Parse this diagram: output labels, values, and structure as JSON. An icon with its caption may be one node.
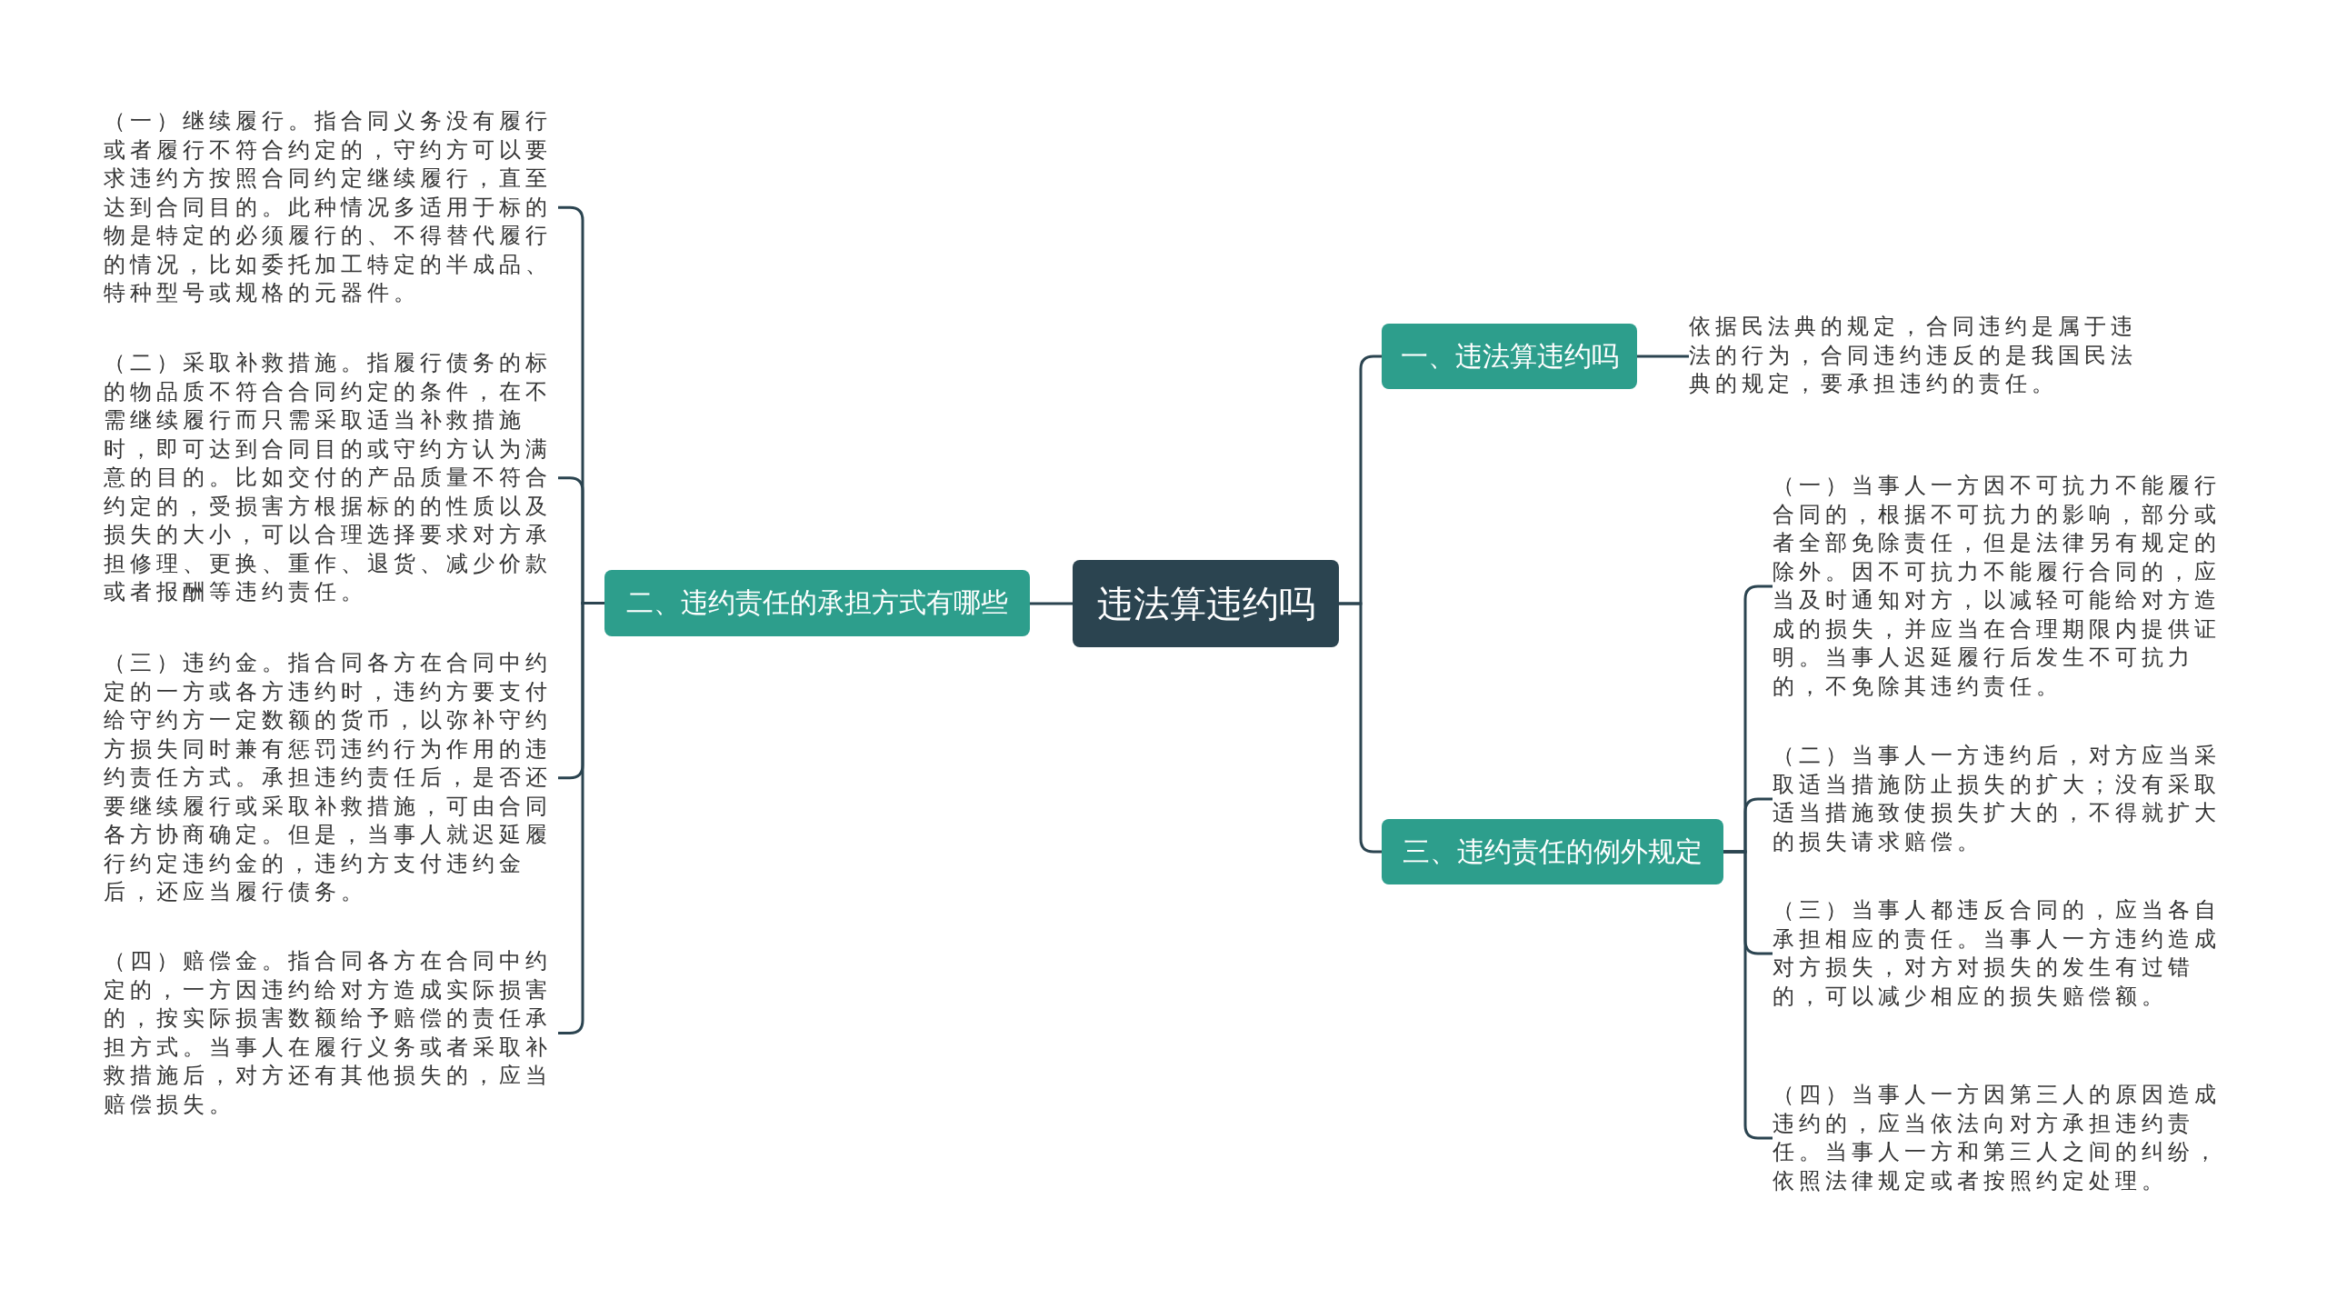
{
  "diagram": {
    "nodes": [
      {
        "text": [
          "违法算违约吗"
        ]
      },
      {
        "text": [
          "一、违法算违约吗"
        ]
      },
      {
        "text": [
          "依据民法典的规定，合同违约是属于违法的行为，合同违约违反的是我国民法典的规定，要承担违约的责任。"
        ]
      },
      {
        "text": [
          "二、违约责任的承担方式有哪些"
        ]
      },
      {
        "text": [
          "（一）继续履行。指合同义务没有履行或者履行不符合约定的，守约方可以要求违约方按照合同约定继续履行，直至达到合同目的。此种情况多适用于标的物是特定的必须履行的、不得替代履行的情况，比如委托加工特定的半成品、特种型号或规格的元器件。"
        ]
      },
      {
        "text": [
          "（二）采取补救措施。指履行债务的标的物品质不符合合同约定的条件，在不需继续履行而只需采取适当补救措施时，即可达到合同目的或守约方认为满意的目的。比如交付的产品质量不符合约定的，受损害方根据标的的性质以及损失的大小，可以合理选择要求对方承担修理、更换、重作、退货、减少价款或者报酬等违约责任。"
        ]
      },
      {
        "text": [
          "（三）违约金。指合同各方在合同中约定的一方或各方违约时，违约方要支付给守约方一定数额的货币，以弥补守约方损失同时兼有惩罚违约行为作用的违约责任方式。承担违约责任后，是否还要继续履行或采取补救措施，可由合同各方协商确定。但是，当事人就迟延履行约定违约金的，违约方支付违约金后，还应当履行债务。"
        ]
      },
      {
        "text": [
          "（四）赔偿金。指合同各方在合同中约定的，一方因违约给对方造成实际损害的，按实际损害数额给予赔偿的责任承担方式。当事人在履行义务或者采取补救措施后，对方还有其他损失的，应当赔偿损失。"
        ]
      },
      {
        "text": [
          "三、违约责任的例外规定"
        ]
      },
      {
        "text": [
          "（一）当事人一方因不可抗力不能履行合同的，根据不可抗力的影响，部分或者全部免除责任，但是法律另有规定的除外。因不可抗力不能履行合同的，应当及时通知对方，以减轻可能给对方造成的损失，并应当在合理期限内提供证明。当事人迟延履行后发生不可抗力的，不免除其违约责任。"
        ]
      },
      {
        "text": [
          "（二）当事人一方违约后，对方应当采取适当措施防止损失的扩大；没有采取适当措施致使损失扩大的，不得就扩大的损失请求赔偿。"
        ]
      },
      {
        "text": [
          "（三）当事人都违反合同的，应当各自承担相应的责任。当事人一方违约造成对方损失，对方对损失的发生有过错的，可以减少相应的损失赔偿额。"
        ]
      },
      {
        "text": [
          "（四）当事人一方因第三人的原因造成违约的，应当依法向对方承担违约责任。当事人一方和第三人之间的纠纷，依照法律规定或者按照约定处理。"
        ]
      }
    ],
    "edges": [
      {
        "from": 0,
        "to": 1,
        "arrow": "none"
      },
      {
        "from": 1,
        "to": 2,
        "arrow": "none"
      },
      {
        "from": 0,
        "to": 3,
        "arrow": "none"
      },
      {
        "from": 3,
        "to": 4,
        "arrow": "none"
      },
      {
        "from": 3,
        "to": 5,
        "arrow": "none"
      },
      {
        "from": 3,
        "to": 6,
        "arrow": "none"
      },
      {
        "from": 3,
        "to": 7,
        "arrow": "none"
      },
      {
        "from": 0,
        "to": 8,
        "arrow": "none"
      },
      {
        "from": 8,
        "to": 9,
        "arrow": "none"
      },
      {
        "from": 8,
        "to": 10,
        "arrow": "none"
      },
      {
        "from": 8,
        "to": 11,
        "arrow": "none"
      },
      {
        "from": 8,
        "to": 12,
        "arrow": "none"
      }
    ]
  }
}
